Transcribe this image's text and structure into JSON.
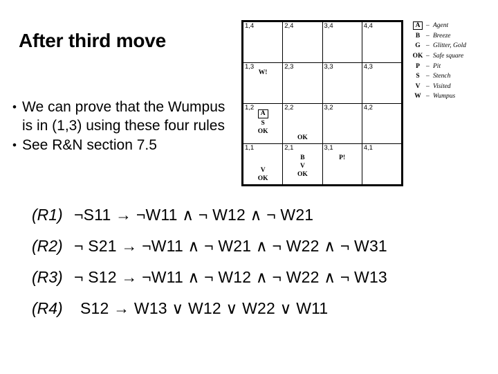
{
  "slide": {
    "title": "After third move"
  },
  "bullets": [
    {
      "marker": "•",
      "text": "We can prove that the Wumpus is in (1,3) using these four rules"
    },
    {
      "marker": "•",
      "text": "See R&N section 7.5"
    }
  ],
  "rules": [
    {
      "label": "(R1)",
      "body": "¬S11 → ¬W11 ∧ ¬ W12 ∧ ¬ W21"
    },
    {
      "label": "(R2)",
      "body": "¬ S21 → ¬W11 ∧ ¬ W21 ∧ ¬ W22 ∧ ¬ W31"
    },
    {
      "label": "(R3)",
      "body": "¬ S12 → ¬W11 ∧ ¬ W12 ∧ ¬ W22 ∧ ¬ W13"
    },
    {
      "label": "(R4)",
      "body": "S12 → W13 ∨ W12 ∨ W22 ∨ W11"
    }
  ],
  "grid": {
    "rows": [
      [
        {
          "coord": "1,4",
          "marks": []
        },
        {
          "coord": "2,4",
          "marks": []
        },
        {
          "coord": "3,4",
          "marks": []
        },
        {
          "coord": "4,4",
          "marks": []
        }
      ],
      [
        {
          "coord": "1,3",
          "marks": [
            "W!"
          ]
        },
        {
          "coord": "2,3",
          "marks": []
        },
        {
          "coord": "3,3",
          "marks": []
        },
        {
          "coord": "4,3",
          "marks": []
        }
      ],
      [
        {
          "coord": "1,2",
          "marks": [
            "A",
            "S",
            "OK"
          ]
        },
        {
          "coord": "2,2",
          "marks": [
            "OK"
          ]
        },
        {
          "coord": "3,2",
          "marks": []
        },
        {
          "coord": "4,2",
          "marks": []
        }
      ],
      [
        {
          "coord": "1,1",
          "marks": [
            "V",
            "OK"
          ]
        },
        {
          "coord": "2,1",
          "marks": [
            "B",
            "V",
            "OK"
          ]
        },
        {
          "coord": "3,1",
          "marks": [
            "P!"
          ]
        },
        {
          "coord": "4,1",
          "marks": []
        }
      ]
    ]
  },
  "legend": {
    "dash": "–",
    "items": [
      {
        "symbol": "A",
        "desc": "Agent"
      },
      {
        "symbol": "B",
        "desc": "Breeze"
      },
      {
        "symbol": "G",
        "desc": "Glitter, Gold"
      },
      {
        "symbol": "OK",
        "desc": "Safe square"
      },
      {
        "symbol": "P",
        "desc": "Pit"
      },
      {
        "symbol": "S",
        "desc": "Stench"
      },
      {
        "symbol": "V",
        "desc": "Visited"
      },
      {
        "symbol": "W",
        "desc": "Wumpus"
      }
    ]
  }
}
